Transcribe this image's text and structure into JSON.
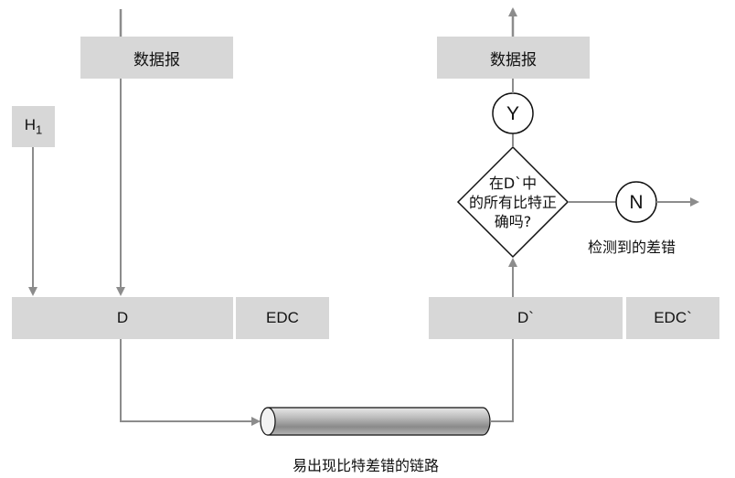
{
  "sender": {
    "datagram_label": "数据报",
    "h1_label": "H",
    "h1_subscript": "1",
    "d_label": "D",
    "edc_label": "EDC"
  },
  "receiver": {
    "datagram_label": "数据报",
    "d_label": "D`",
    "edc_label": "EDC`"
  },
  "decision": {
    "line1": "在D`中",
    "line2": "的所有比特正",
    "line3": "确吗?",
    "yes_label": "Y",
    "no_label": "N",
    "error_detected_label": "检测到的差错"
  },
  "link": {
    "label": "易出现比特差错的链路"
  },
  "colors": {
    "box_fill": "#d7d7d7",
    "arrow": "#8c8c8c",
    "outline": "#111111"
  }
}
